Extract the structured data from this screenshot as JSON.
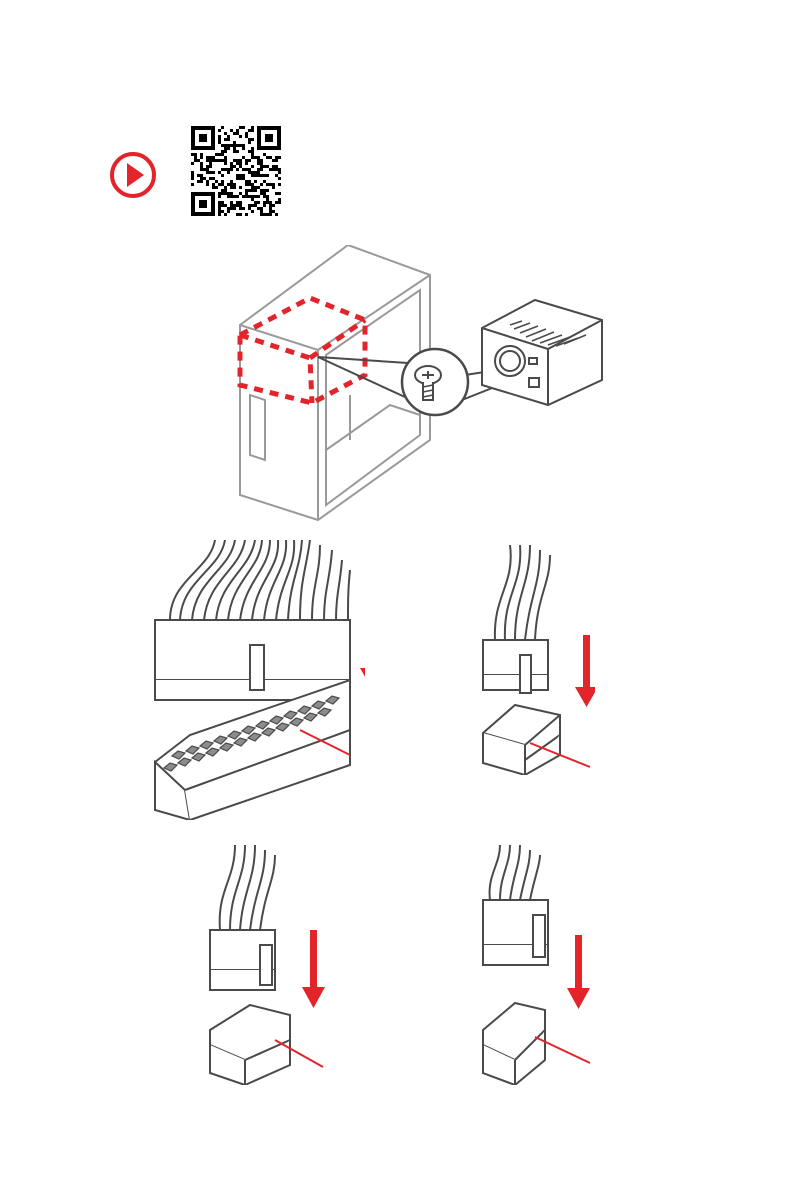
{
  "colors": {
    "accent_red": "#e3242b",
    "outline_gray": "#4a4a4a",
    "case_gray": "#9a9a9a",
    "pin_fill": "#8c8c8c"
  },
  "icons": {
    "play": "play-button-icon",
    "qr": "qr-code-icon"
  },
  "figures": [
    "case-and-psu-installation",
    "24-pin-atx-connector",
    "8-pin-cpu-connector-a",
    "8-pin-cpu-connector-b",
    "8-pin-cpu-connector-c"
  ]
}
